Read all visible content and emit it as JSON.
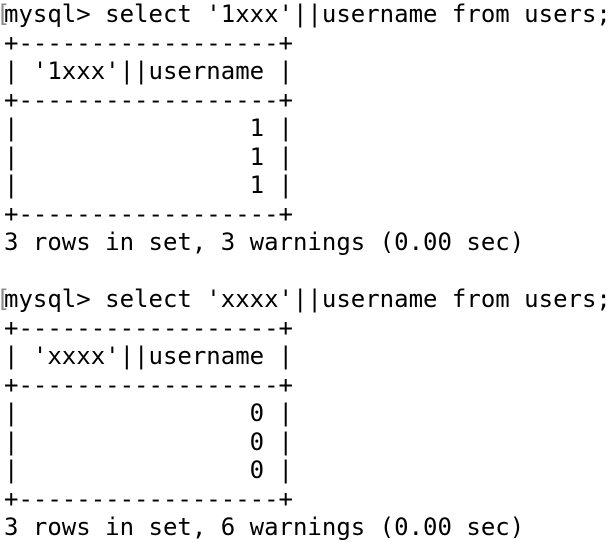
{
  "terminal": {
    "colors": {
      "background": "#ffffff",
      "text": "#000000",
      "prompt_bracket": "#8c8c8c"
    },
    "prompt": "mysql>",
    "lines": [
      {
        "name": "query-line-1",
        "prefix": "[",
        "text": "mysql> select '1xxx'||username from users;"
      },
      {
        "name": "table-border",
        "text": "+------------------+"
      },
      {
        "name": "table-header",
        "text": "| '1xxx'||username |"
      },
      {
        "name": "table-border",
        "text": "+------------------+"
      },
      {
        "name": "table-row",
        "text": "|                1 |"
      },
      {
        "name": "table-row",
        "text": "|                1 |"
      },
      {
        "name": "table-row",
        "text": "|                1 |"
      },
      {
        "name": "table-border",
        "text": "+------------------+"
      },
      {
        "name": "status-line-1",
        "text": "3 rows in set, 3 warnings (0.00 sec)"
      },
      {
        "name": "blank-line",
        "text": ""
      },
      {
        "name": "query-line-2",
        "prefix": "[",
        "text": "mysql> select 'xxxx'||username from users;"
      },
      {
        "name": "table-border",
        "text": "+------------------+"
      },
      {
        "name": "table-header",
        "text": "| 'xxxx'||username |"
      },
      {
        "name": "table-border",
        "text": "+------------------+"
      },
      {
        "name": "table-row",
        "text": "|                0 |"
      },
      {
        "name": "table-row",
        "text": "|                0 |"
      },
      {
        "name": "table-row",
        "text": "|                0 |"
      },
      {
        "name": "table-border",
        "text": "+------------------+"
      },
      {
        "name": "status-line-2",
        "text": "3 rows in set, 6 warnings (0.00 sec)"
      }
    ]
  }
}
